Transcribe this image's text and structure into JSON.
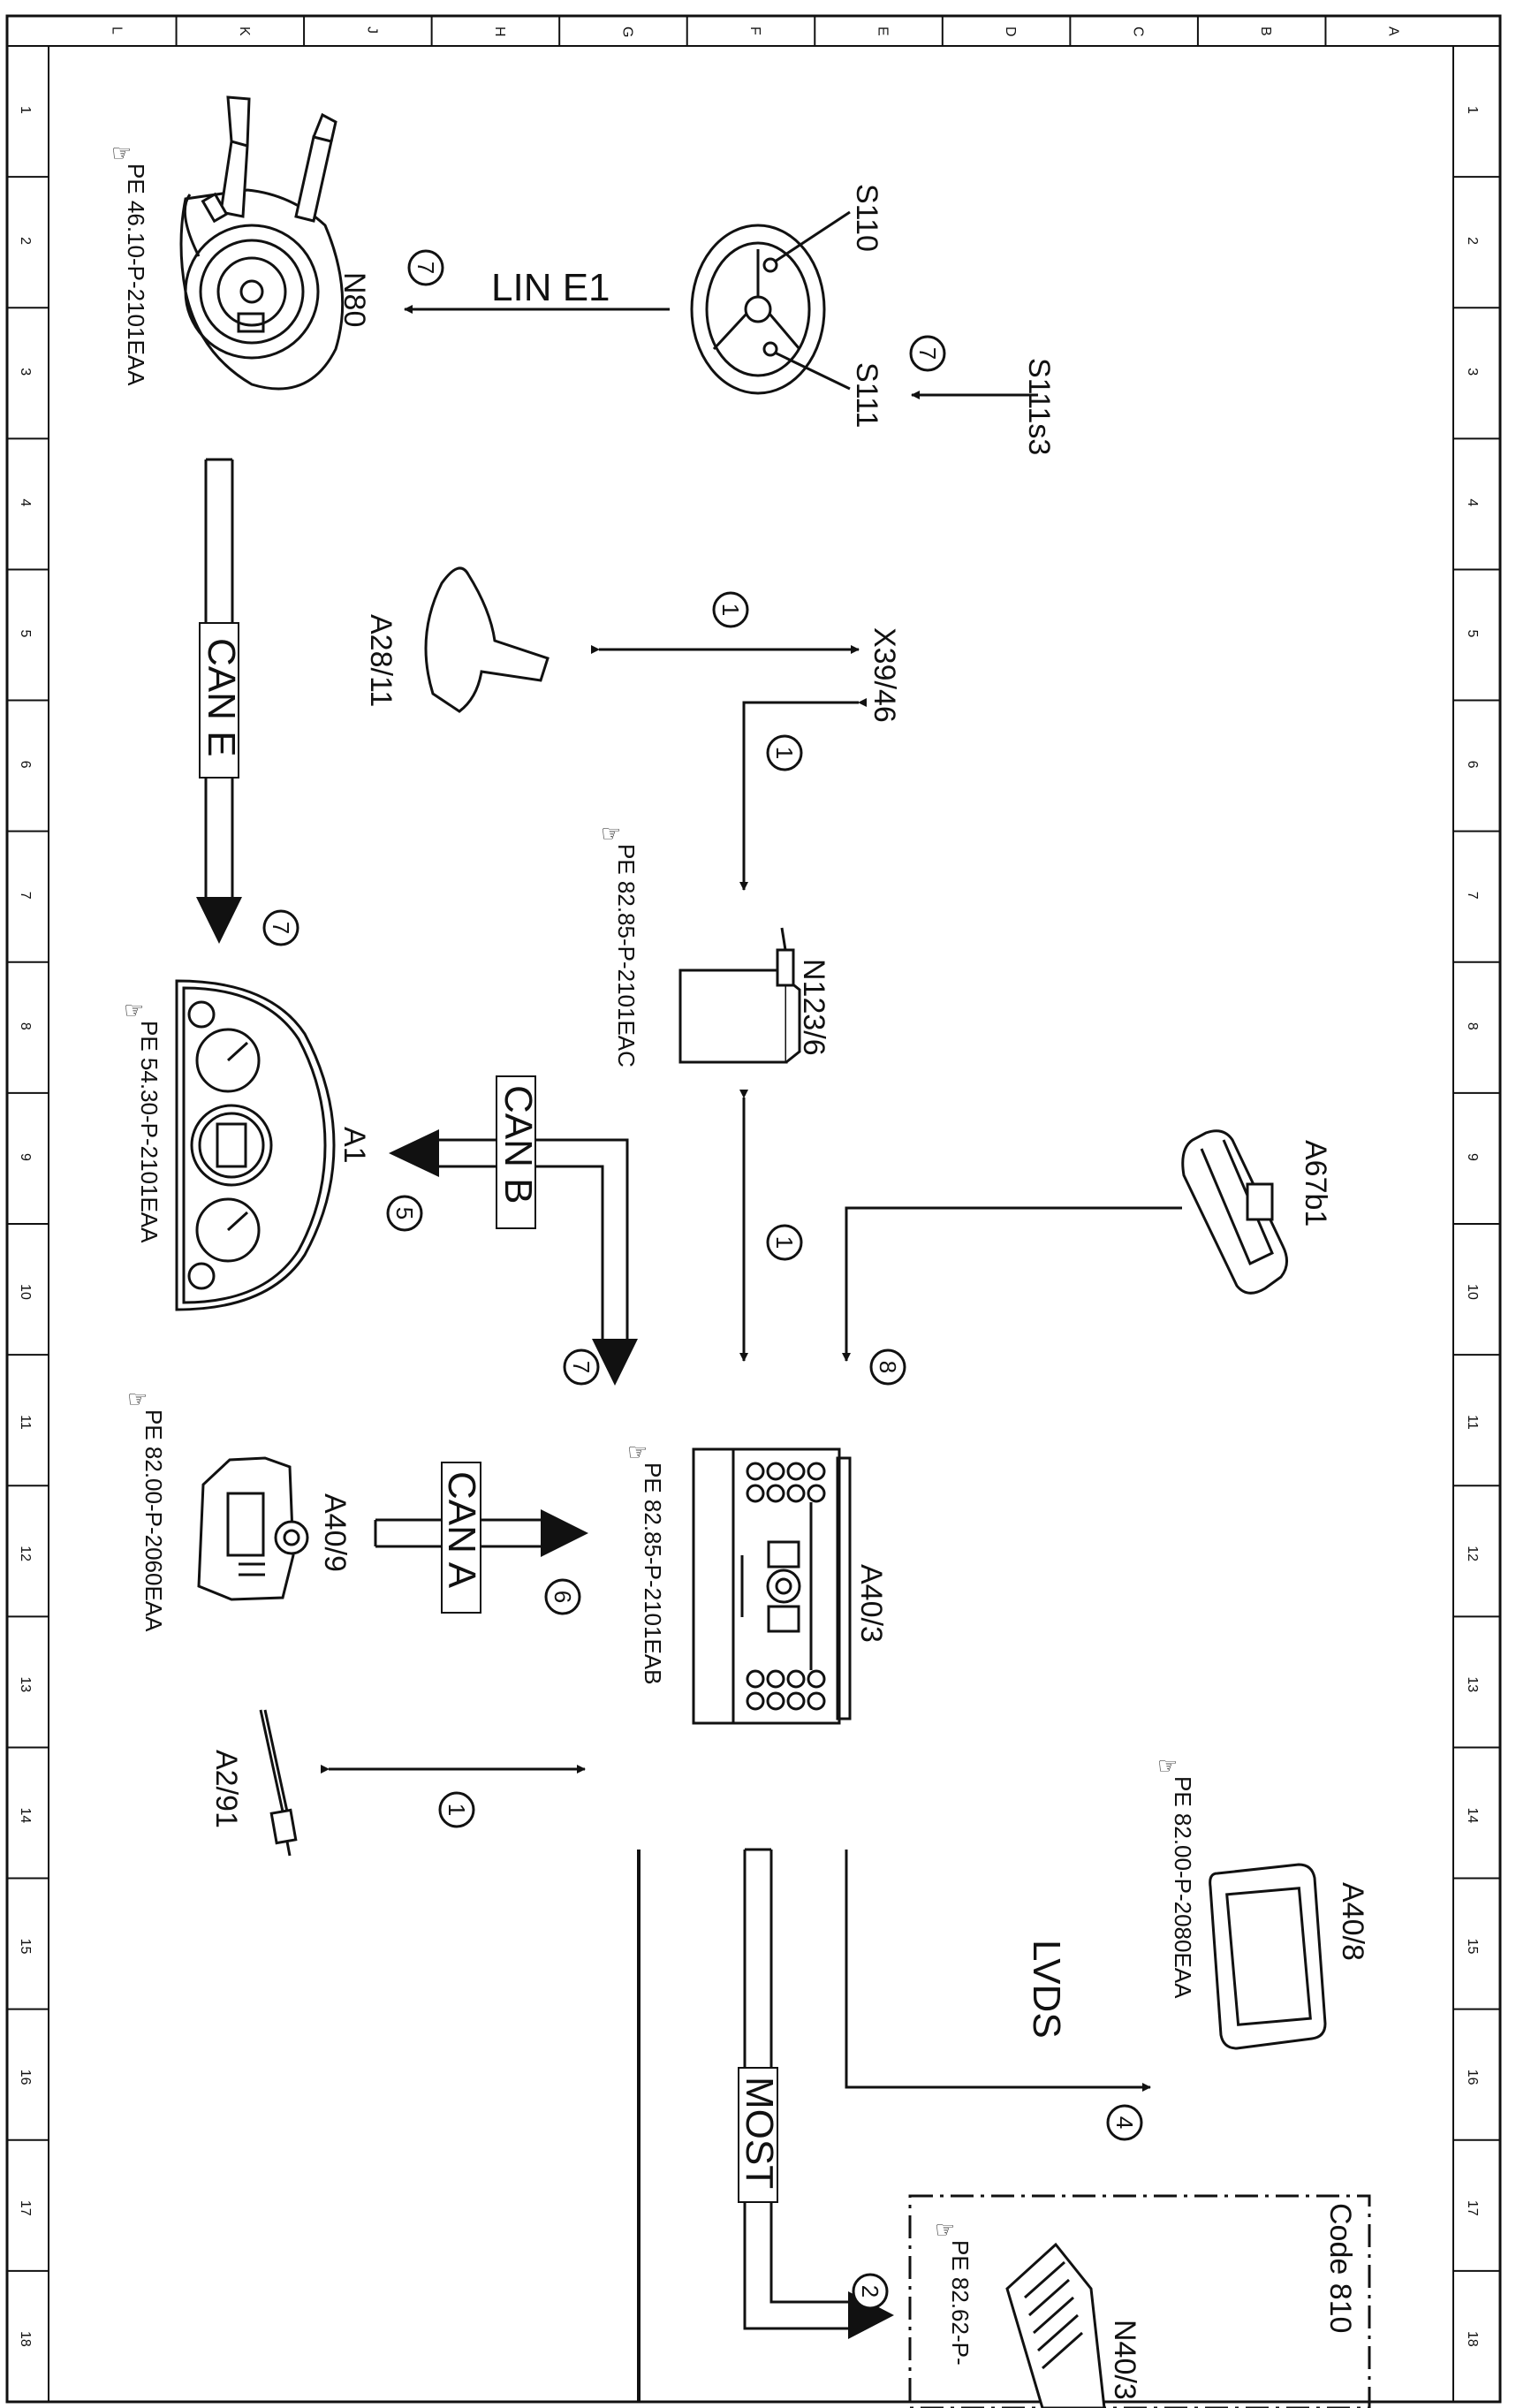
{
  "grid": {
    "letters": [
      "L",
      "K",
      "J",
      "H",
      "G",
      "F",
      "E",
      "D",
      "C",
      "B",
      "A"
    ],
    "numbers": [
      "1",
      "2",
      "3",
      "4",
      "5",
      "6",
      "7",
      "8",
      "9",
      "10",
      "11",
      "12",
      "13",
      "14",
      "15",
      "16",
      "17",
      "18"
    ]
  },
  "components": {
    "n80": "N80",
    "n80_ref": "PE 46.10-P-2101EAA",
    "s110": "S110",
    "s111": "S111",
    "s111s3": "S111s3",
    "a28_11": "A28/11",
    "x39_46": "X39/46",
    "n123_6": "N123/6",
    "n123_6_ref": "PE 82.85-P-2101EAC",
    "a1": "A1",
    "a1_ref": "PE 54.30-P-2101EAA",
    "a67b1": "A67b1",
    "a40_9": "A40/9",
    "a40_9_ref": "PE 82.00-P-2060EAA",
    "a40_3": "A40/3",
    "a40_3_ref": "PE 82.85-P-2101EAB",
    "a2_91": "A2/91",
    "a40_8": "A40/8",
    "a40_8_ref": "PE 82.00-P-2080EAA",
    "n40_3": "N40/3",
    "n40_3_ref": "PE 82.62-P-"
  },
  "buses": {
    "lin_e1": "LIN E1",
    "can_e": "CAN E",
    "can_b": "CAN B",
    "can_a": "CAN A",
    "lvds": "LVDS",
    "most": "MOST"
  },
  "signals": {
    "n80_lin": "7",
    "s111s3": "7",
    "a28_x39": "1",
    "x39_n123": "1",
    "can_e": "7",
    "can_b_a1": "5",
    "can_b_a40": "7",
    "n123_a40": "1",
    "a67_a40": "8",
    "can_a": "6",
    "a2_91": "1",
    "lvds": "4",
    "most": "2"
  },
  "code_box": "Code 810"
}
